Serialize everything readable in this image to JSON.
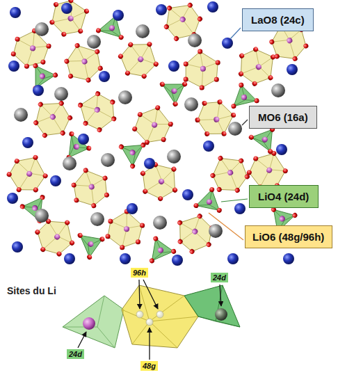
{
  "diagram": {
    "nodes": [
      {
        "text": [
          "LaO8 (24c)"
        ]
      },
      {
        "text": [
          "MO6 (16a)"
        ]
      },
      {
        "text": [
          "LiO4 (24d)"
        ]
      },
      {
        "text": [
          "LiO6 (48g/96h)"
        ]
      },
      {
        "text": [
          "96h"
        ]
      },
      {
        "text": [
          "24d"
        ]
      },
      {
        "text": [
          "24d"
        ]
      },
      {
        "text": [
          "48g"
        ]
      }
    ],
    "labels": [
      "Sites du Li"
    ]
  }
}
